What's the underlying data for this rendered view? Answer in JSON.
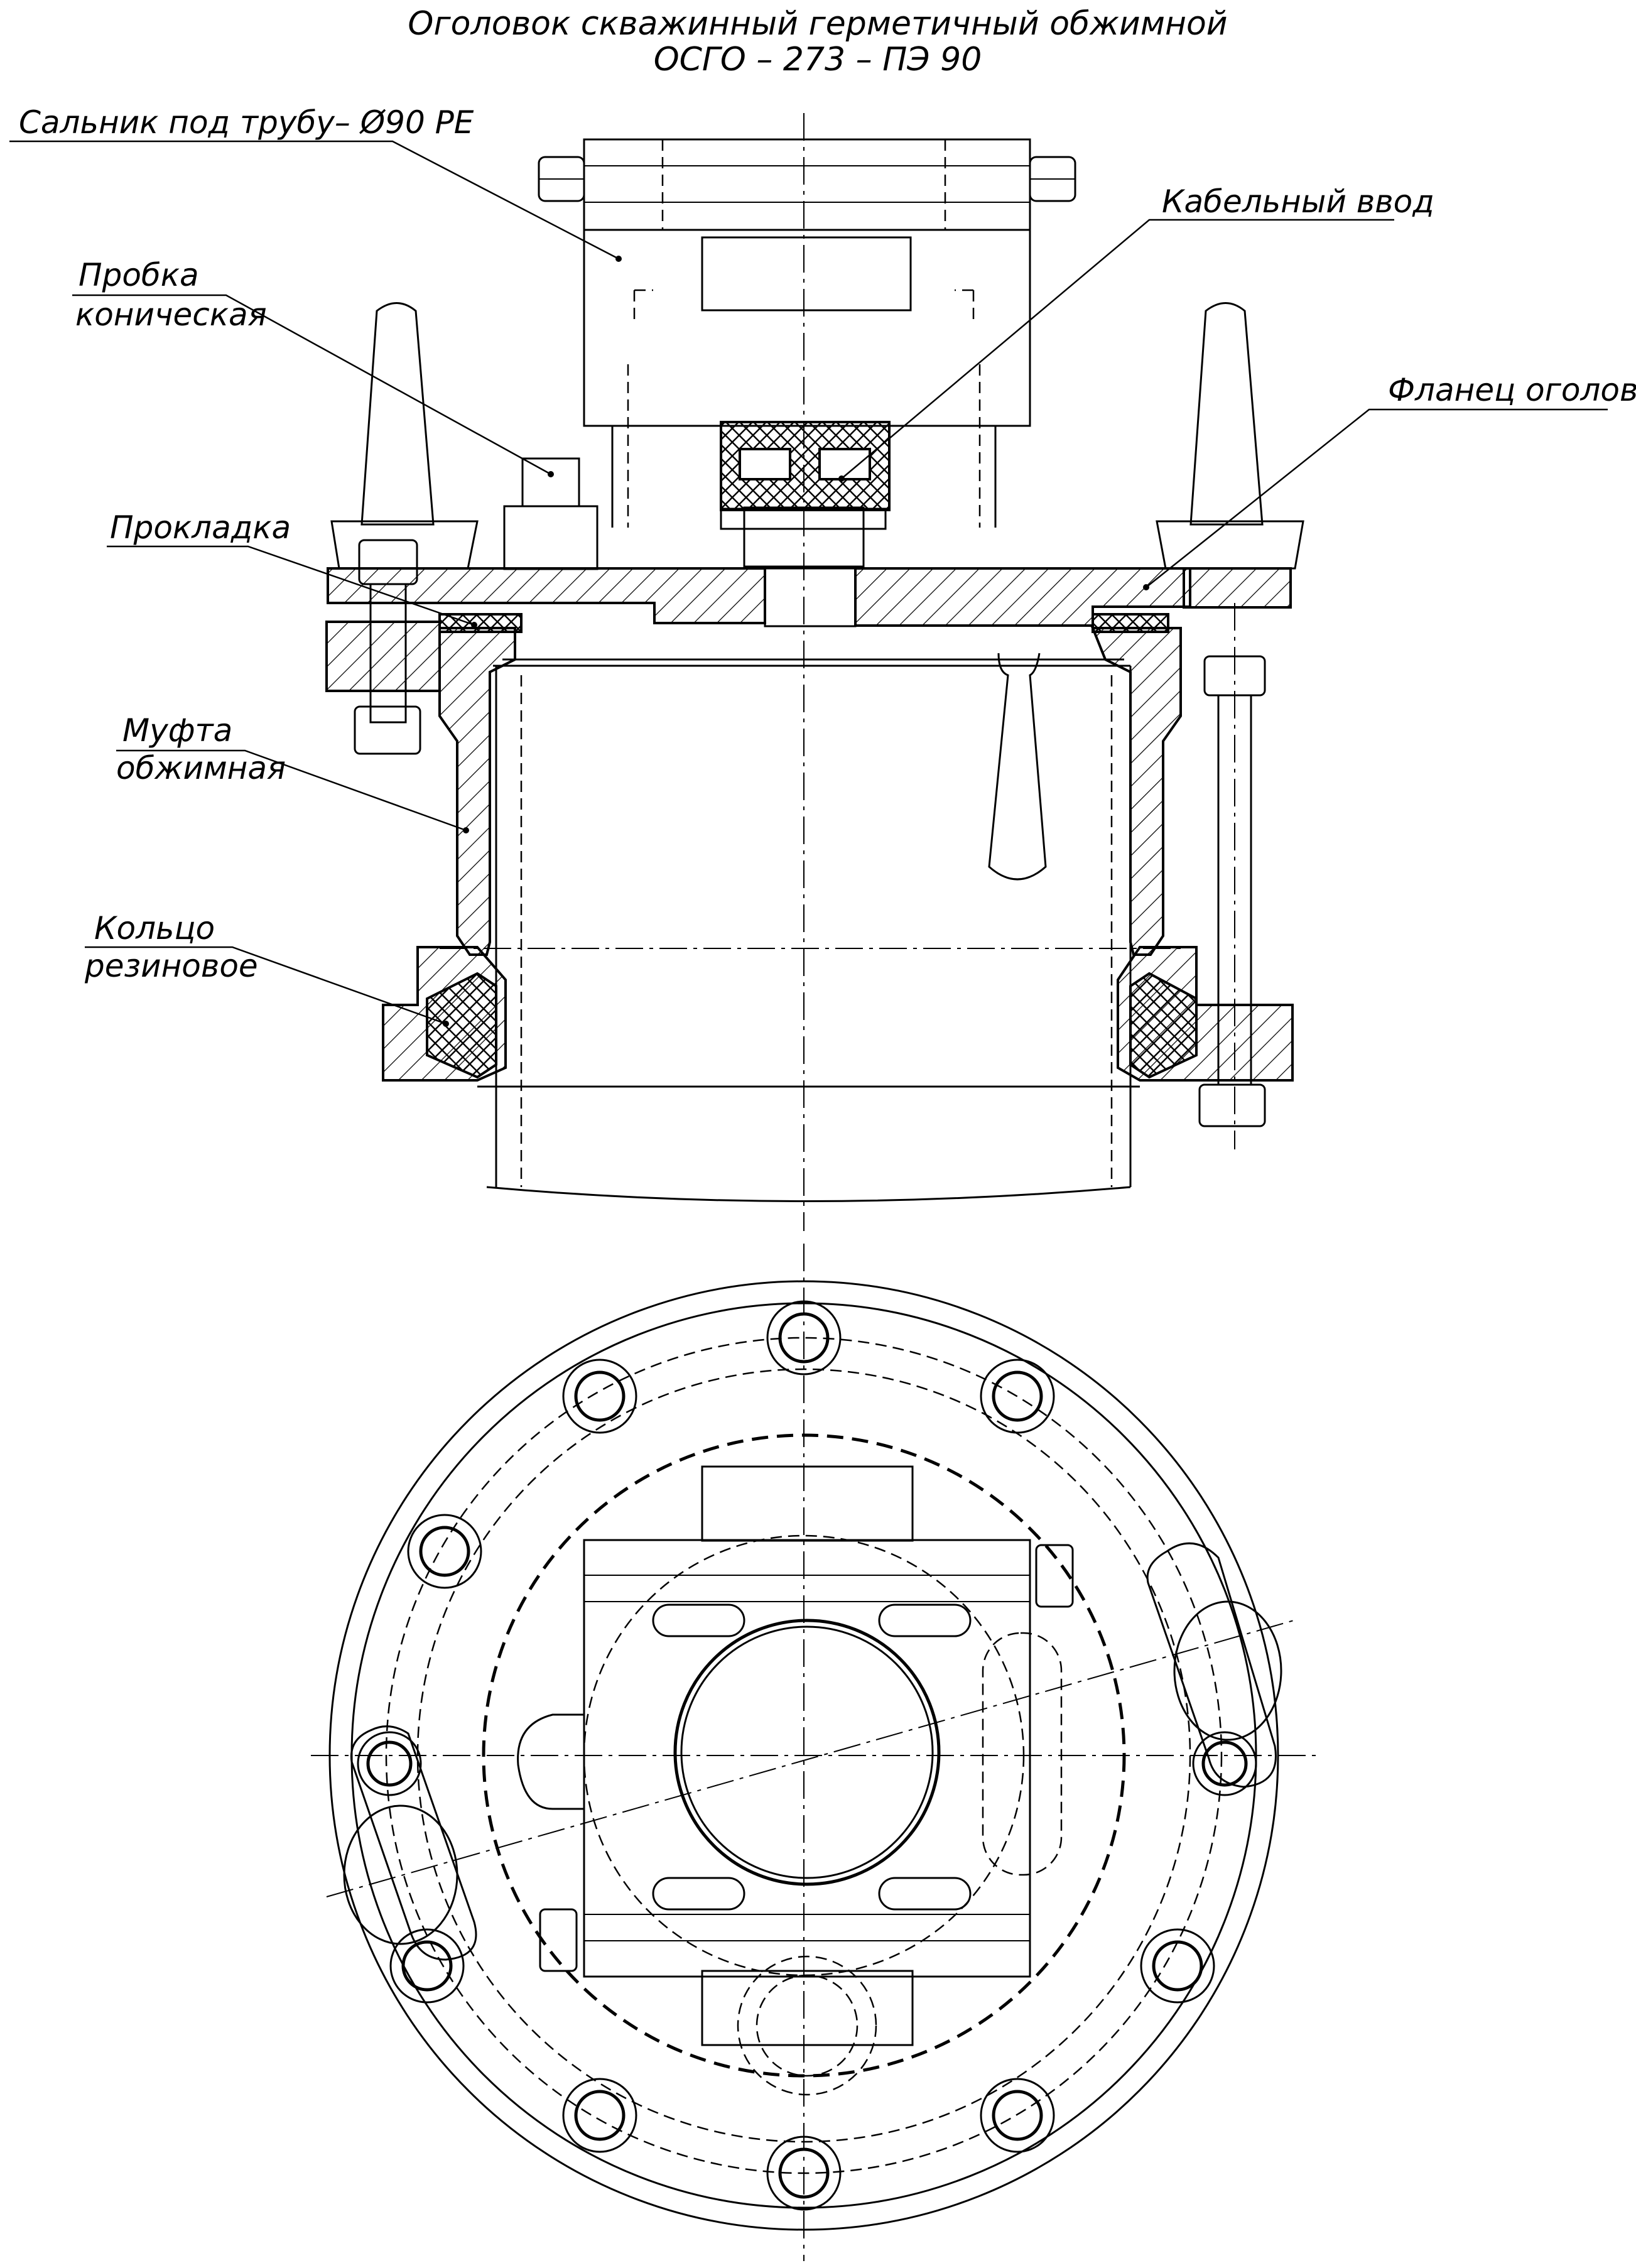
{
  "title": {
    "line1": "Оголовок скважинный герметичный обжимной",
    "line2": "ОСГО – 273 – ПЭ 90"
  },
  "callouts": {
    "gland": "Сальник под трубу– Ø90 PE",
    "cable_entry": "Кабельный ввод",
    "plug_line1": "Пробка",
    "plug_line2": "коническая",
    "head_flange": "Фланец оголовка",
    "gasket": "Прокладка",
    "coupling_line1": "Муфта",
    "coupling_line2": "обжимная",
    "ring_line1": "Кольцо",
    "ring_line2": "резиновое"
  }
}
